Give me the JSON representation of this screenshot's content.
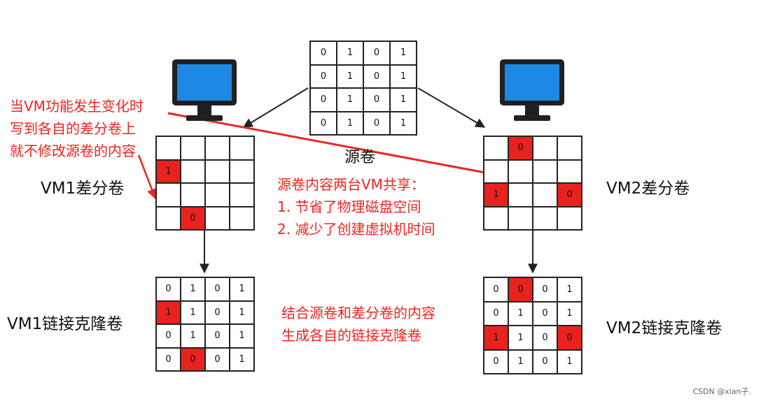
{
  "labels": {
    "source_title": "源卷",
    "vm1_diff_title": "VM1差分卷",
    "vm2_diff_title": "VM2差分卷",
    "vm1_clone_title": "VM1链接克隆卷",
    "vm2_clone_title": "VM2链接克隆卷"
  },
  "notes": {
    "change": [
      "当VM功能发生变化时",
      "写到各自的差分卷上",
      "就不修改源卷的内容"
    ],
    "shared": [
      "源卷内容两台VM共享：",
      "1. 节省了物理磁盘空间",
      "2. 减少了创建虚拟机时间"
    ],
    "combine": [
      "结合源卷和差分卷的内容",
      "生成各自的链接克隆卷"
    ]
  },
  "grids": {
    "source": {
      "cells": [
        [
          "0",
          "1",
          "0",
          "1"
        ],
        [
          "0",
          "1",
          "0",
          "1"
        ],
        [
          "0",
          "1",
          "0",
          "1"
        ],
        [
          "0",
          "1",
          "0",
          "1"
        ]
      ],
      "red": []
    },
    "vm1_diff": {
      "cells": [
        [
          "",
          "",
          "",
          ""
        ],
        [
          "1",
          "",
          "",
          ""
        ],
        [
          "",
          "",
          "",
          ""
        ],
        [
          "",
          "0",
          "",
          ""
        ]
      ],
      "red": [
        [
          1,
          0
        ],
        [
          3,
          1
        ]
      ]
    },
    "vm2_diff": {
      "cells": [
        [
          "",
          "0",
          "",
          ""
        ],
        [
          "",
          "",
          "",
          ""
        ],
        [
          "1",
          "",
          "",
          "0"
        ],
        [
          "",
          "",
          "",
          ""
        ]
      ],
      "red": [
        [
          0,
          1
        ],
        [
          2,
          0
        ],
        [
          2,
          3
        ]
      ]
    },
    "vm1_clone": {
      "cells": [
        [
          "0",
          "1",
          "0",
          "1"
        ],
        [
          "1",
          "1",
          "0",
          "1"
        ],
        [
          "0",
          "1",
          "0",
          "1"
        ],
        [
          "0",
          "0",
          "0",
          "1"
        ]
      ],
      "red": [
        [
          1,
          0
        ],
        [
          3,
          1
        ]
      ]
    },
    "vm2_clone": {
      "cells": [
        [
          "0",
          "0",
          "0",
          "1"
        ],
        [
          "0",
          "1",
          "0",
          "1"
        ],
        [
          "1",
          "1",
          "0",
          "0"
        ],
        [
          "0",
          "1",
          "0",
          "1"
        ]
      ],
      "red": [
        [
          0,
          1
        ],
        [
          2,
          0
        ],
        [
          2,
          3
        ]
      ]
    }
  },
  "colors": {
    "highlight": "#e8231f",
    "annotation": "#e82622",
    "monitor_screen": "#1e88e5"
  },
  "watermark": "CSDN @xian子."
}
